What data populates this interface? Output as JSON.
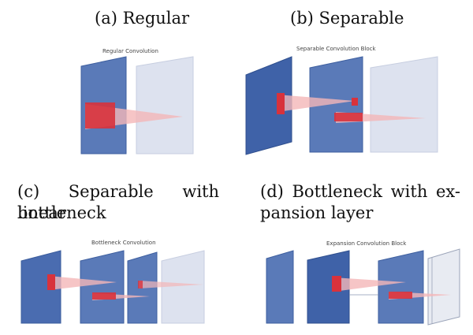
{
  "captions": {
    "a": "(a) Regular",
    "b": "(b) Separable",
    "c_line1": "(c) Separable with linear",
    "c_line2": "bottleneck",
    "d_line1": "(d) Bottleneck with ex-",
    "d_line2": "pansion layer"
  },
  "panel_titles": {
    "a": "Regular Convolution",
    "b": "Separable Convolution Block",
    "c": "Bottleneck Convolution",
    "d": "Expansion Convolution Block"
  },
  "colors": {
    "feature_map_blue": "#5a7ab8",
    "feature_map_dark": "#3f62a8",
    "output_map_light": "#dde2ef",
    "kernel_red": "#d8323c",
    "projection_pink": "#f4b6b8"
  }
}
